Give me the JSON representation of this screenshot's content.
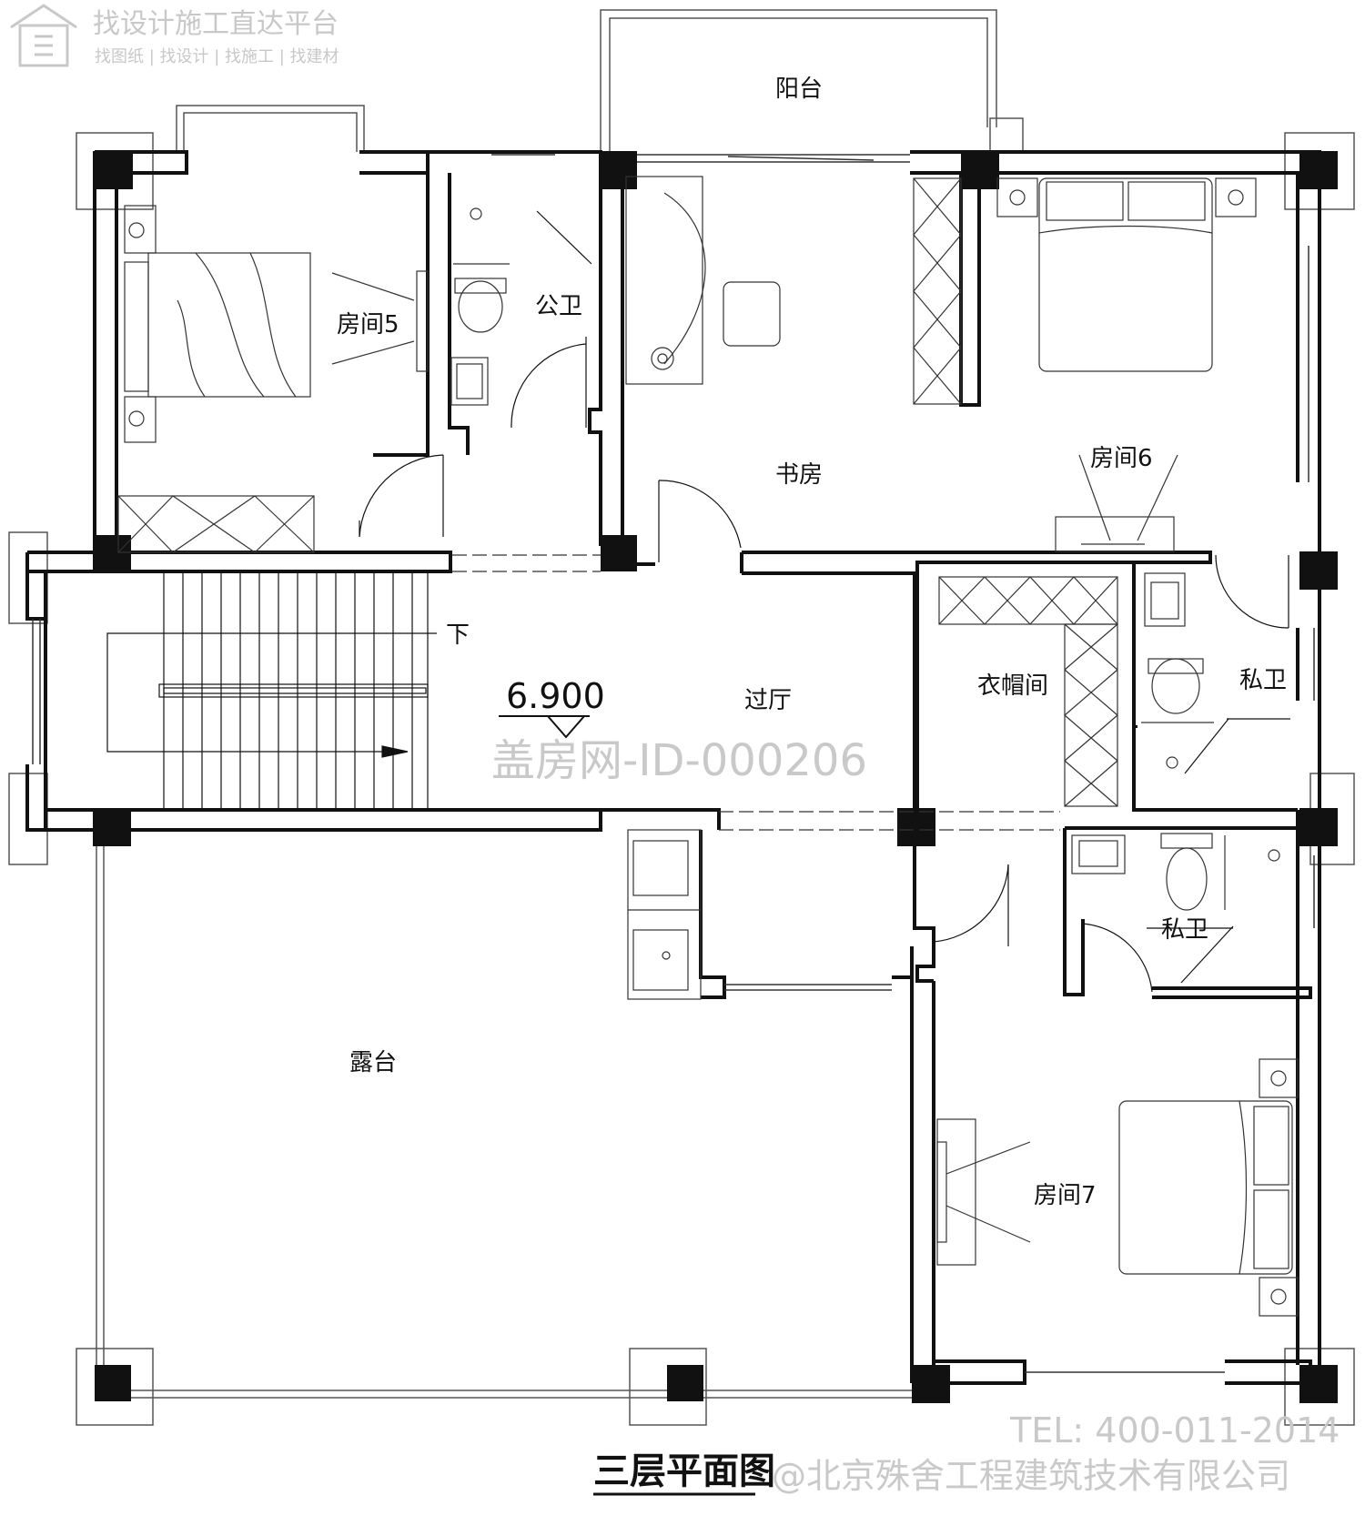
{
  "header": {
    "slogan": "找设计施工直达平台",
    "sub_links": "找图纸 | 找设计 | 找施工 | 找建材"
  },
  "rooms": {
    "balcony": "阳台",
    "room5": "房间5",
    "public_bath": "公卫",
    "study": "书房",
    "room6": "房间6",
    "hall": "过厅",
    "cloakroom": "衣帽间",
    "private_bath_1": "私卫",
    "private_bath_2": "私卫",
    "terrace": "露台",
    "room7": "房间7"
  },
  "stairs": {
    "down_label": "下"
  },
  "elevation": {
    "value": "6.900"
  },
  "watermarks": {
    "id_mark": "盖房网-ID-000206",
    "phone": "TEL: 400-011-2014",
    "company": "@北京殊舍工程建筑技术有限公司"
  },
  "drawing_title": "三层平面图",
  "colors": {
    "line": "#111111",
    "watermark": "#c9c9c9",
    "background": "#ffffff"
  },
  "icons": [
    "house-logo-icon",
    "toilet-icon",
    "sink-icon",
    "bed-icon",
    "wardrobe-icon",
    "door-swing-icon"
  ]
}
